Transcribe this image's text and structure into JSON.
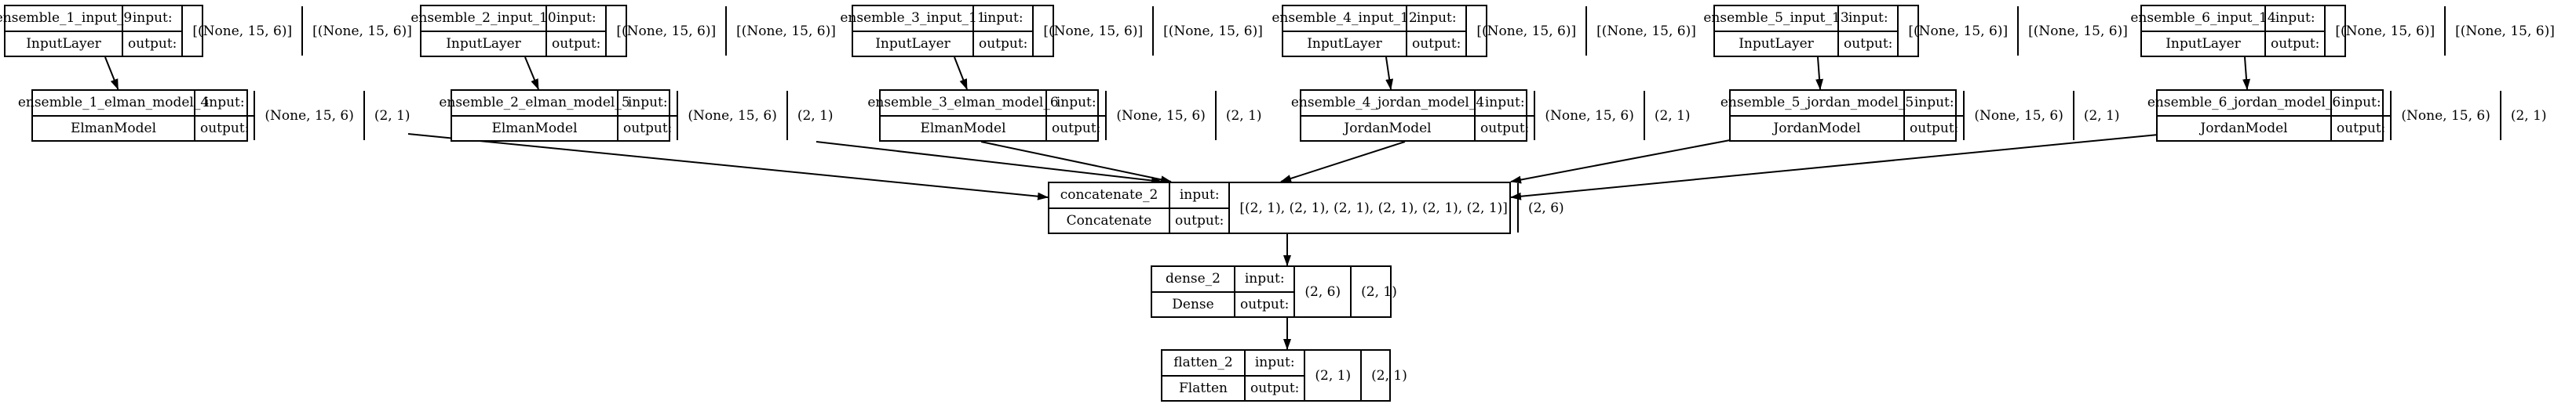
{
  "labels": {
    "input": "input:",
    "output": "output:"
  },
  "nodes": [
    {
      "id": "ensemble_1_input_9",
      "name": "ensemble_1_input_9",
      "type": "InputLayer",
      "in_shape": "[(None, 15, 6)]",
      "out_shape": "[(None, 15, 6)]"
    },
    {
      "id": "ensemble_2_input_10",
      "name": "ensemble_2_input_10",
      "type": "InputLayer",
      "in_shape": "[(None, 15, 6)]",
      "out_shape": "[(None, 15, 6)]"
    },
    {
      "id": "ensemble_3_input_11",
      "name": "ensemble_3_input_11",
      "type": "InputLayer",
      "in_shape": "[(None, 15, 6)]",
      "out_shape": "[(None, 15, 6)]"
    },
    {
      "id": "ensemble_4_input_12",
      "name": "ensemble_4_input_12",
      "type": "InputLayer",
      "in_shape": "[(None, 15, 6)]",
      "out_shape": "[(None, 15, 6)]"
    },
    {
      "id": "ensemble_5_input_13",
      "name": "ensemble_5_input_13",
      "type": "InputLayer",
      "in_shape": "[(None, 15, 6)]",
      "out_shape": "[(None, 15, 6)]"
    },
    {
      "id": "ensemble_6_input_14",
      "name": "ensemble_6_input_14",
      "type": "InputLayer",
      "in_shape": "[(None, 15, 6)]",
      "out_shape": "[(None, 15, 6)]"
    },
    {
      "id": "ensemble_1_elman_model_4",
      "name": "ensemble_1_elman_model_4",
      "type": "ElmanModel",
      "in_shape": "(None, 15, 6)",
      "out_shape": "(2, 1)"
    },
    {
      "id": "ensemble_2_elman_model_5",
      "name": "ensemble_2_elman_model_5",
      "type": "ElmanModel",
      "in_shape": "(None, 15, 6)",
      "out_shape": "(2, 1)"
    },
    {
      "id": "ensemble_3_elman_model_6",
      "name": "ensemble_3_elman_model_6",
      "type": "ElmanModel",
      "in_shape": "(None, 15, 6)",
      "out_shape": "(2, 1)"
    },
    {
      "id": "ensemble_4_jordan_model_4",
      "name": "ensemble_4_jordan_model_4",
      "type": "JordanModel",
      "in_shape": "(None, 15, 6)",
      "out_shape": "(2, 1)"
    },
    {
      "id": "ensemble_5_jordan_model_5",
      "name": "ensemble_5_jordan_model_5",
      "type": "JordanModel",
      "in_shape": "(None, 15, 6)",
      "out_shape": "(2, 1)"
    },
    {
      "id": "ensemble_6_jordan_model_6",
      "name": "ensemble_6_jordan_model_6",
      "type": "JordanModel",
      "in_shape": "(None, 15, 6)",
      "out_shape": "(2, 1)"
    },
    {
      "id": "concatenate_2",
      "name": "concatenate_2",
      "type": "Concatenate",
      "in_shape": "[(2, 1), (2, 1), (2, 1), (2, 1), (2, 1), (2, 1)]",
      "out_shape": "(2, 6)"
    },
    {
      "id": "dense_2",
      "name": "dense_2",
      "type": "Dense",
      "in_shape": "(2, 6)",
      "out_shape": "(2, 1)"
    },
    {
      "id": "flatten_2",
      "name": "flatten_2",
      "type": "Flatten",
      "in_shape": "(2, 1)",
      "out_shape": "(2, 1)"
    }
  ],
  "edges": [
    [
      "ensemble_1_input_9",
      "ensemble_1_elman_model_4"
    ],
    [
      "ensemble_2_input_10",
      "ensemble_2_elman_model_5"
    ],
    [
      "ensemble_3_input_11",
      "ensemble_3_elman_model_6"
    ],
    [
      "ensemble_4_input_12",
      "ensemble_4_jordan_model_4"
    ],
    [
      "ensemble_5_input_13",
      "ensemble_5_jordan_model_5"
    ],
    [
      "ensemble_6_input_14",
      "ensemble_6_jordan_model_6"
    ],
    [
      "ensemble_1_elman_model_4",
      "concatenate_2"
    ],
    [
      "ensemble_2_elman_model_5",
      "concatenate_2"
    ],
    [
      "ensemble_3_elman_model_6",
      "concatenate_2"
    ],
    [
      "ensemble_4_jordan_model_4",
      "concatenate_2"
    ],
    [
      "ensemble_5_jordan_model_5",
      "concatenate_2"
    ],
    [
      "ensemble_6_jordan_model_6",
      "concatenate_2"
    ],
    [
      "concatenate_2",
      "dense_2"
    ],
    [
      "dense_2",
      "flatten_2"
    ]
  ]
}
